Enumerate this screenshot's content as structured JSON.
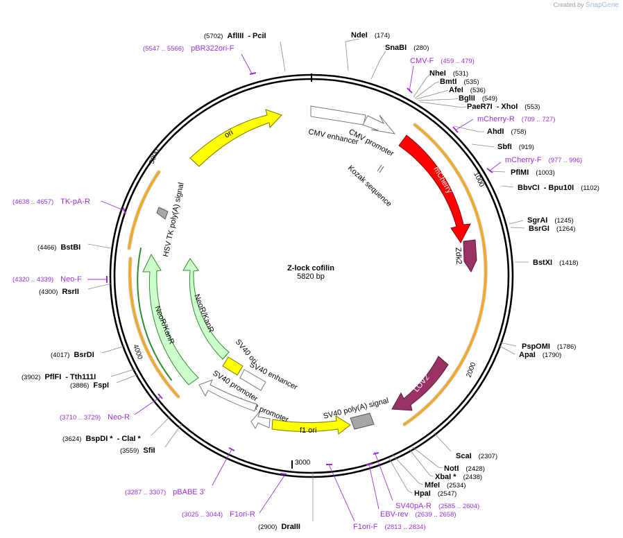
{
  "brand": {
    "prefix": "Created by",
    "name": "SnapGene"
  },
  "plasmid": {
    "name": "Z-lock cofilin",
    "size": "5820 bp",
    "length": 5820
  },
  "ticks": [
    {
      "label": "1000",
      "pos": 1000
    },
    {
      "label": "2000",
      "pos": 2000
    },
    {
      "label": "3000",
      "pos": 3000
    },
    {
      "label": "4000",
      "pos": 4000
    },
    {
      "label": "5000",
      "pos": 5000
    }
  ],
  "sites": [
    {
      "name": "NdeI",
      "pos": "(174)"
    },
    {
      "name": "SnaBI",
      "pos": "(280)"
    },
    {
      "name": "NheI",
      "pos": "(531)"
    },
    {
      "name": "BmtI",
      "pos": "(535)"
    },
    {
      "name": "AfeI",
      "pos": "(536)"
    },
    {
      "name": "BglII",
      "pos": "(549)"
    },
    {
      "name": "PaeR7I",
      "extra": "- XhoI",
      "pos": "(553)"
    },
    {
      "name": "AhdI",
      "pos": "(758)"
    },
    {
      "name": "SbfI",
      "pos": "(919)"
    },
    {
      "name": "PflMI",
      "pos": "(1003)"
    },
    {
      "name": "BbvCI",
      "extra": "- Bpu10I",
      "pos": "(1102)"
    },
    {
      "name": "SgrAI",
      "pos": "(1245)"
    },
    {
      "name": "BsrGI",
      "pos": "(1264)"
    },
    {
      "name": "BstXI",
      "pos": "(1418)"
    },
    {
      "name": "PspOMI",
      "pos": "(1786)"
    },
    {
      "name": "ApaI",
      "pos": "(1790)"
    },
    {
      "name": "ScaI",
      "pos": "(2307)"
    },
    {
      "name": "NotI",
      "pos": "(2428)"
    },
    {
      "name": "XbaI *",
      "pos": "(2438)"
    },
    {
      "name": "MfeI",
      "pos": "(2534)"
    },
    {
      "name": "HpaI",
      "pos": "(2547)"
    },
    {
      "name": "DraIII",
      "pos": "(2900)"
    },
    {
      "name": "SfiI",
      "pos": "(3559)"
    },
    {
      "name": "BspDI *",
      "extra": "- ClaI *",
      "pos": "(3624)"
    },
    {
      "name": "FspI",
      "pos": "(3886)"
    },
    {
      "name": "PflFI",
      "extra": "- Tth111I",
      "pos": "(3902)"
    },
    {
      "name": "BsrDI",
      "pos": "(4017)"
    },
    {
      "name": "RsrII",
      "pos": "(4300)"
    },
    {
      "name": "BstBI",
      "pos": "(4466)"
    },
    {
      "name": "AflIII",
      "extra": "- PciI",
      "pos": "(5702)"
    }
  ],
  "primers": [
    {
      "name": "CMV-F",
      "range": "(459 .. 479)"
    },
    {
      "name": "mCherry-R",
      "range": "(709 .. 727)"
    },
    {
      "name": "mCherry-F",
      "range": "(977 .. 996)"
    },
    {
      "name": "SV40pA-R",
      "range": "(2585 .. 2604)"
    },
    {
      "name": "EBV-rev",
      "range": "(2639 .. 2658)"
    },
    {
      "name": "F1ori-F",
      "range": "(2813 .. 2834)"
    },
    {
      "name": "F1ori-R",
      "range": "(3025 .. 3044)"
    },
    {
      "name": "pBABE 3'",
      "range": "(3287 .. 3307)"
    },
    {
      "name": "Neo-R",
      "range": "(3710 .. 3729)"
    },
    {
      "name": "Neo-F",
      "range": "(4320 .. 4339)"
    },
    {
      "name": "TK-pA-R",
      "range": "(4638 .. 4657)"
    },
    {
      "name": "pBR322ori-F",
      "range": "(5547 .. 5566)"
    }
  ],
  "features": {
    "cmv_enhancer": "CMV enhancer",
    "cmv_promoter": "CMV promoter",
    "kozak": "Kozak sequence",
    "mcherry": "mCherry",
    "zdk2": "Zdk2",
    "lov2": "LOV2",
    "sv40_polya": "SV40 poly(A) signal",
    "f1_ori": "f1 ori",
    "ampr_promoter": "AmpR promoter",
    "sv40_promoter": "SV40 promoter",
    "sv40_enhancer": "SV40 enhancer",
    "sv40_ori": "SV40 ori",
    "neor_outer": "NeoR/KanR",
    "neor_inner": "NeoR/KanR",
    "hsv_tk": "HSV TK poly(A) signal",
    "ori": "ori"
  },
  "colors": {
    "mcherry": "#ff0000",
    "zdk": "#993366",
    "lov2": "#993366",
    "ori": "#ffff00",
    "neor": "#ccffcc",
    "orf": "#ffa500",
    "primer": "#9b30d9",
    "grey": "#a6a6a6"
  }
}
